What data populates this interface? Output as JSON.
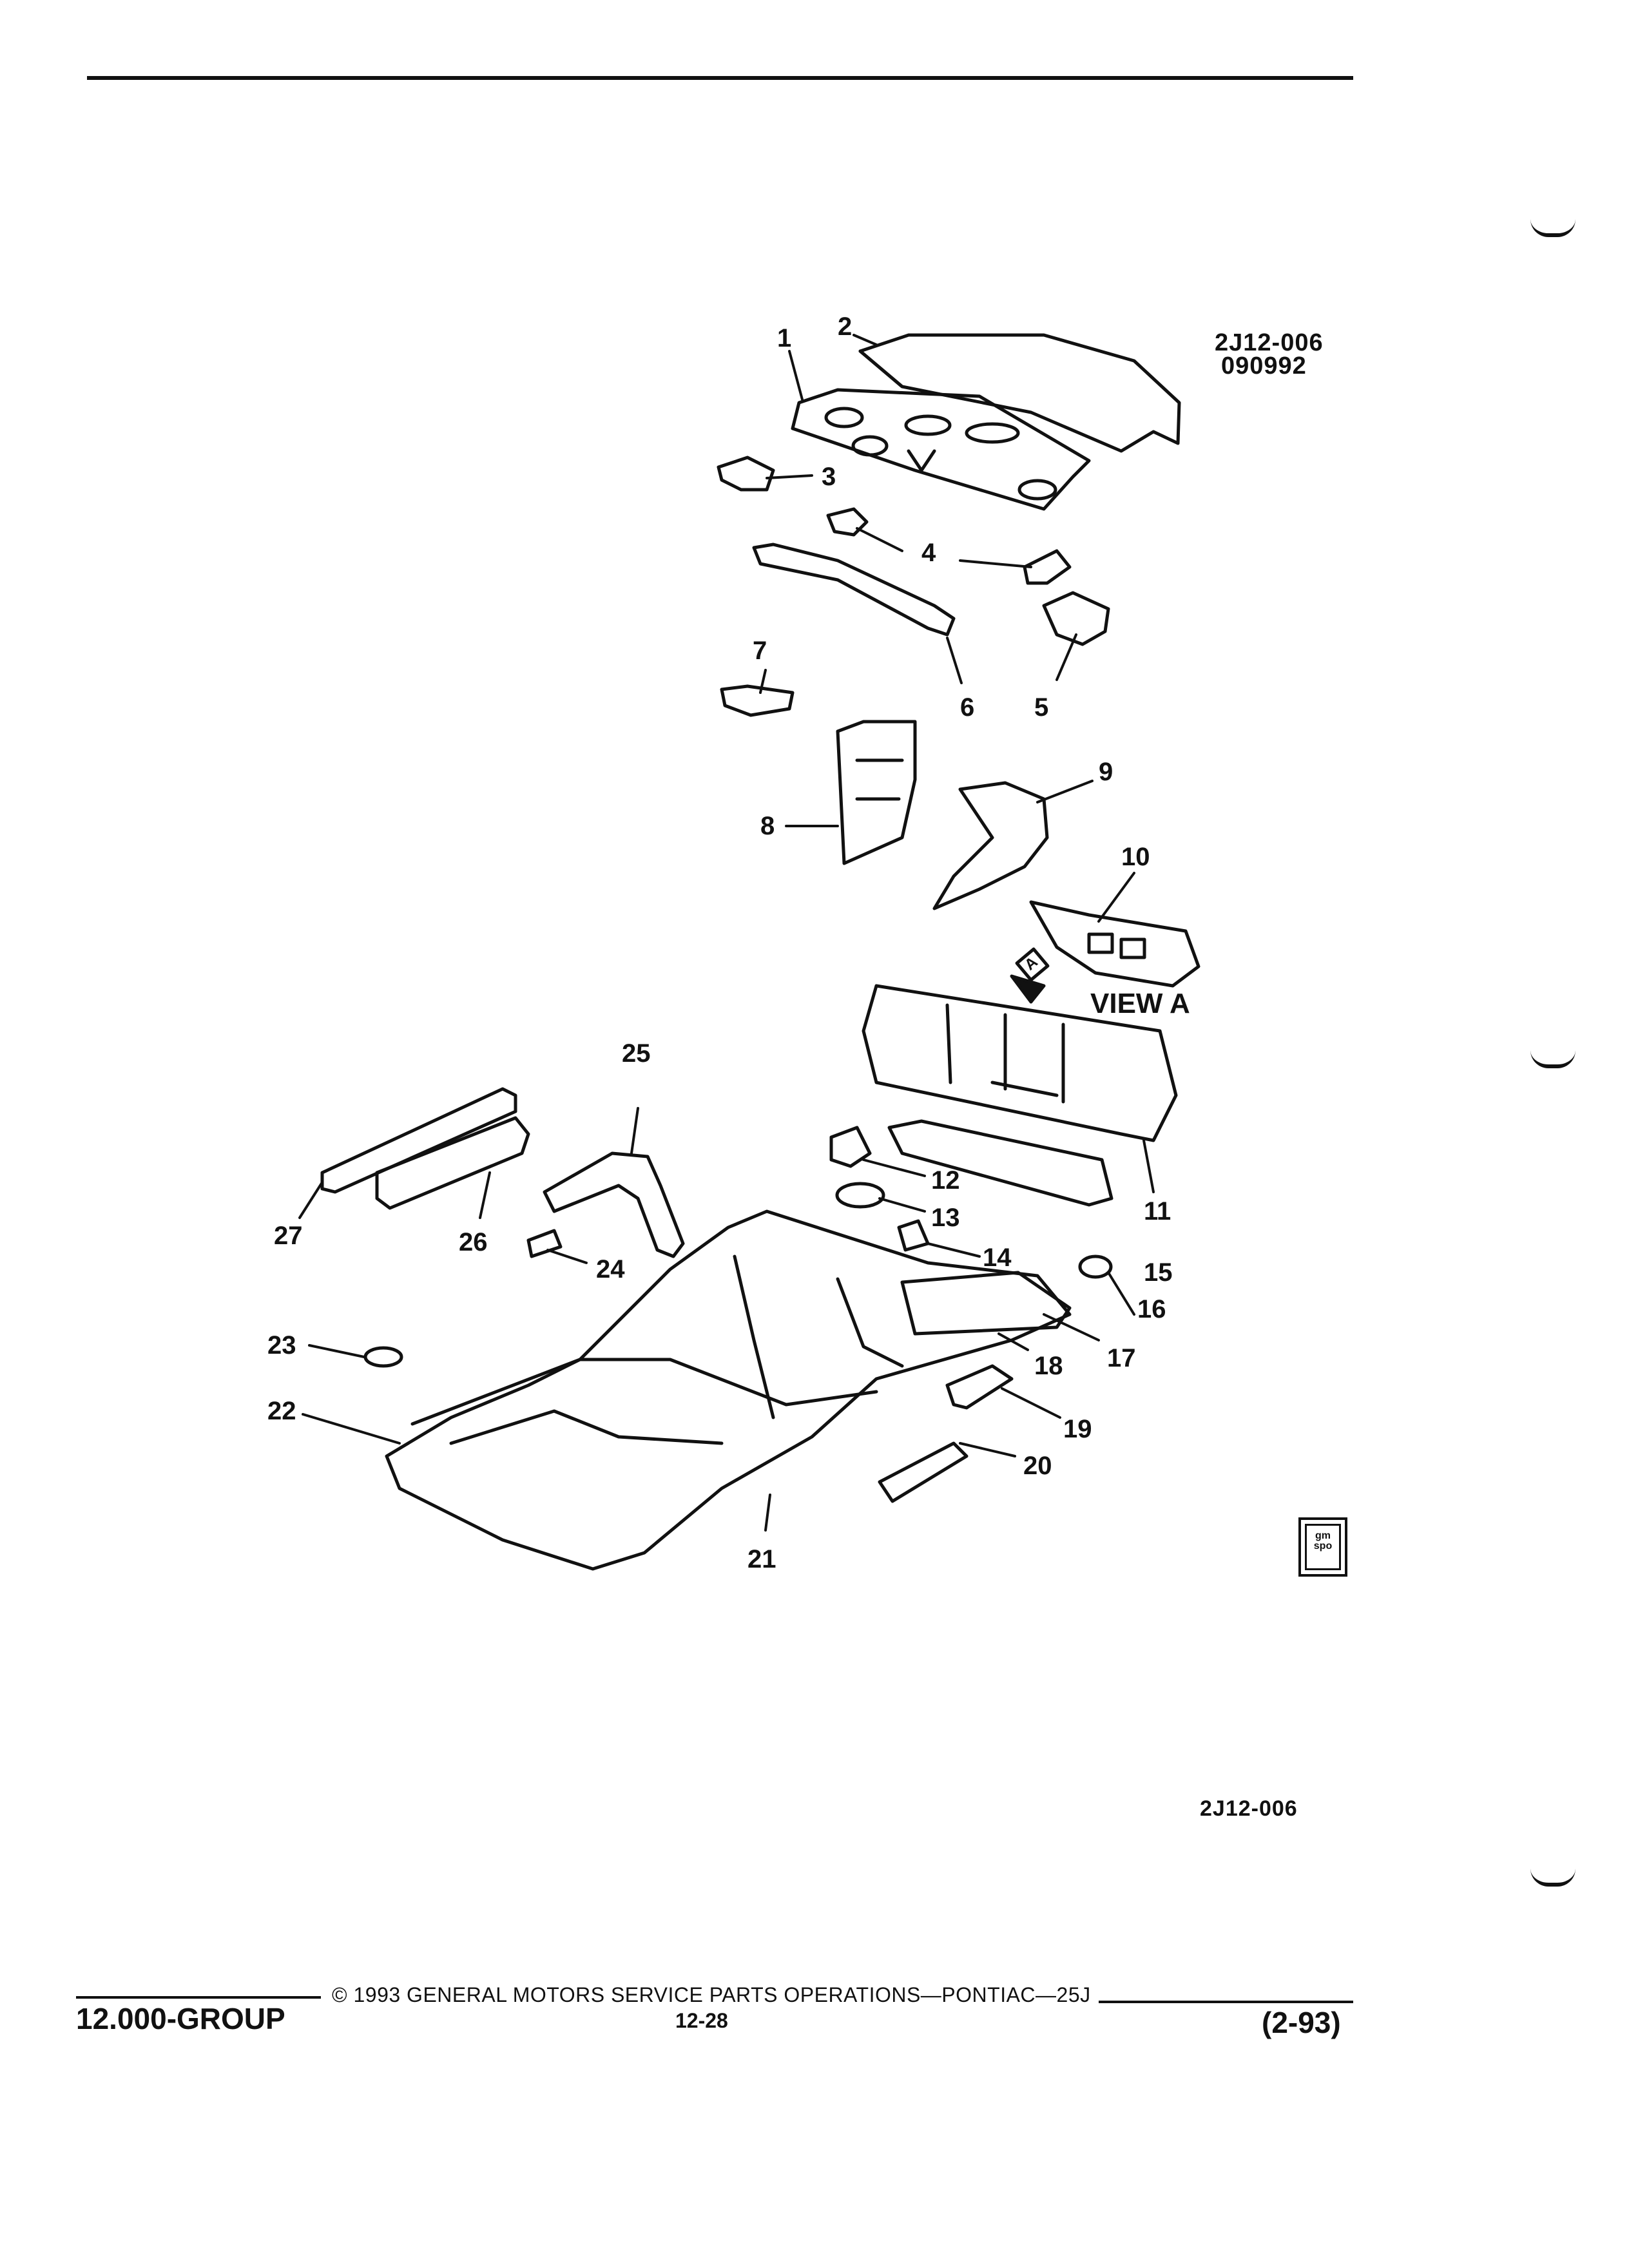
{
  "figure": {
    "id": "2J12-006",
    "date_code": "090992",
    "view_label": "VIEW  A",
    "view_marker": "A",
    "bottom_id": "2J12-006"
  },
  "callouts": [
    "1",
    "2",
    "3",
    "4",
    "5",
    "6",
    "7",
    "8",
    "9",
    "10",
    "11",
    "12",
    "13",
    "14",
    "15",
    "16",
    "17",
    "18",
    "19",
    "20",
    "21",
    "22",
    "23",
    "24",
    "25",
    "26",
    "27"
  ],
  "footer": {
    "group": "12.000-GROUP",
    "copyright": "©  1993  GENERAL MOTORS SERVICE PARTS OPERATIONS—PONTIAC—25J",
    "page": "12-28",
    "date": "(2-93)"
  },
  "logo": {
    "text": "gm spo"
  }
}
